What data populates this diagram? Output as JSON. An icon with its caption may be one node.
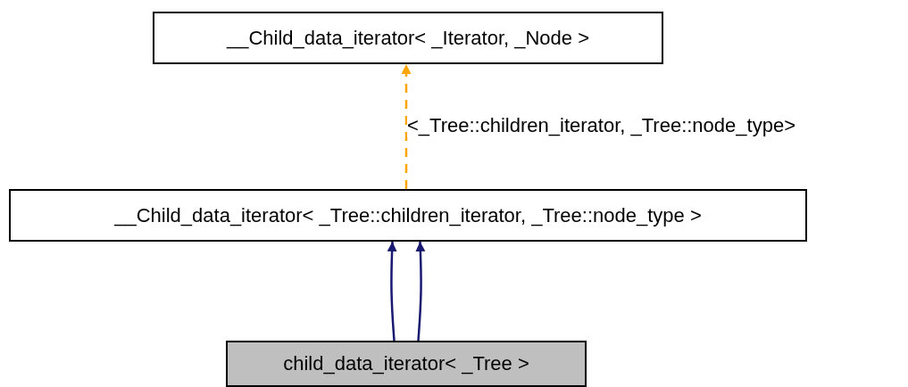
{
  "diagram": {
    "nodes": [
      {
        "text": [
          "__Child_data_iterator< _Iterator, _Node >"
        ]
      },
      {
        "text": [
          "__Child_data_iterator< _Tree::children_iterator, _Tree::node_type >"
        ]
      },
      {
        "text": [
          "child_data_iterator< _Tree >"
        ]
      }
    ],
    "edges": [
      {
        "from": 1,
        "to": 0,
        "arrow": "to",
        "label": "<_Tree::children_iterator, _Tree::node_type>",
        "style": "dashed",
        "color": "#ffa500"
      },
      {
        "from": 2,
        "to": 1,
        "arrow": "to"
      },
      {
        "from": 2,
        "to": 1,
        "arrow": "to"
      }
    ]
  }
}
